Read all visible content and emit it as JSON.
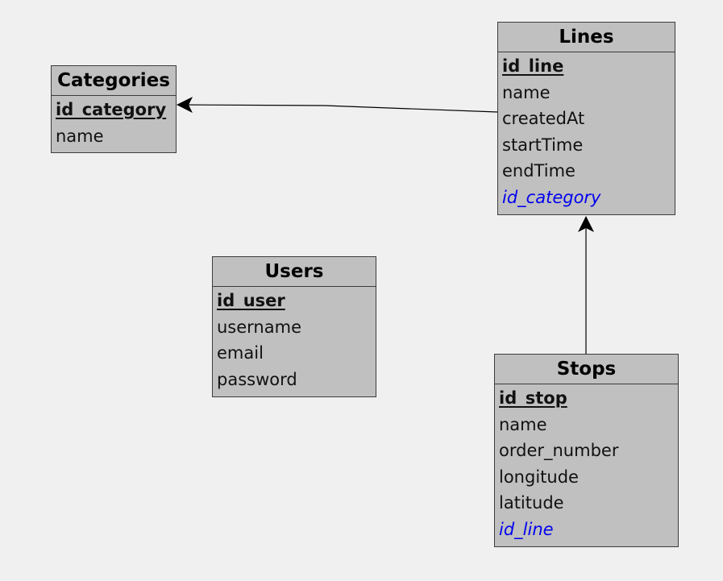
{
  "entities": {
    "categories": {
      "title": "Categories",
      "fields": [
        {
          "text": "id_category",
          "kind": "pk"
        },
        {
          "text": "name",
          "kind": "plain"
        }
      ]
    },
    "lines": {
      "title": "Lines",
      "fields": [
        {
          "text": "id_line",
          "kind": "pk"
        },
        {
          "text": "name",
          "kind": "plain"
        },
        {
          "text": "createdAt",
          "kind": "plain"
        },
        {
          "text": "startTime",
          "kind": "plain"
        },
        {
          "text": "endTime",
          "kind": "plain"
        },
        {
          "text": "id_category",
          "kind": "fk"
        }
      ]
    },
    "users": {
      "title": "Users",
      "fields": [
        {
          "text": "id_user",
          "kind": "pk"
        },
        {
          "text": "username",
          "kind": "plain"
        },
        {
          "text": "email",
          "kind": "plain"
        },
        {
          "text": "password",
          "kind": "plain"
        }
      ]
    },
    "stops": {
      "title": "Stops",
      "fields": [
        {
          "text": "id_stop",
          "kind": "pk"
        },
        {
          "text": "name",
          "kind": "plain"
        },
        {
          "text": "order_number",
          "kind": "plain"
        },
        {
          "text": "longitude",
          "kind": "plain"
        },
        {
          "text": "latitude",
          "kind": "plain"
        },
        {
          "text": "id_line",
          "kind": "fk"
        }
      ]
    }
  },
  "relationships": [
    {
      "from": "lines",
      "to": "categories"
    },
    {
      "from": "stops",
      "to": "lines"
    }
  ],
  "colors": {
    "background": "#f0f0f0",
    "entity_fill": "#c0c0c0",
    "border": "#3c3c3c",
    "foreign_key": "#0000ee",
    "connector": "#000000"
  }
}
